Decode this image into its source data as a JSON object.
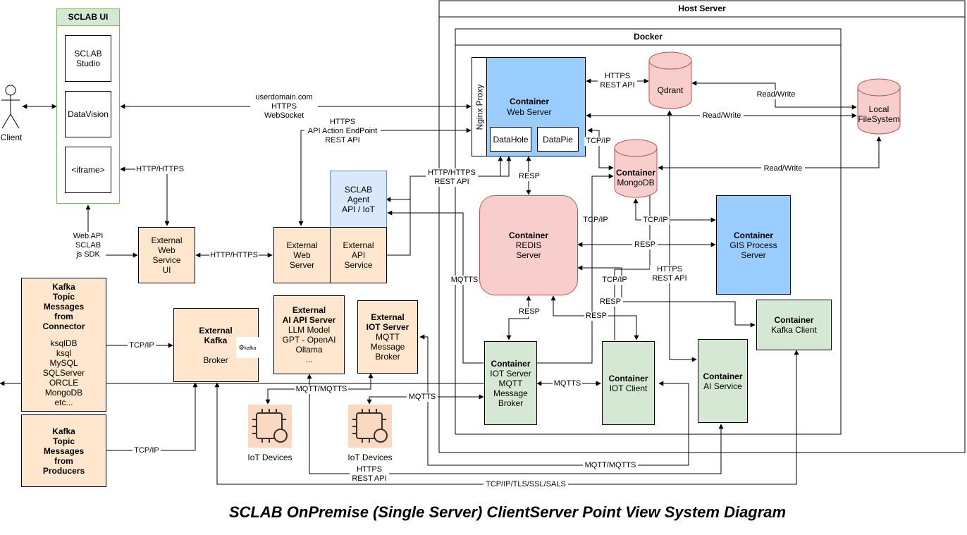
{
  "title": "SCLAB OnPremise (Single Server) ClientServer Point View System Diagram",
  "containers": {
    "host_server": "Host Server",
    "docker": "Docker",
    "sclab_ui": "SCLAB UI"
  },
  "client": {
    "label": "Client"
  },
  "sclab_ui_items": {
    "studio": [
      "SCLAB",
      "Studio"
    ],
    "datavision": "DataVision",
    "iframe": "<iframe>"
  },
  "web_server": {
    "nginx": "Nginx Proxy",
    "title": "Container",
    "subtitle": "Web Server",
    "datahole": "DataHole",
    "datapie": "DataPie"
  },
  "qdrant": {
    "label": "Qdrant"
  },
  "local_fs": {
    "line1": "Local",
    "line2": "FileSystem"
  },
  "mongodb": {
    "title": "Container",
    "subtitle": "MongoDB"
  },
  "redis": {
    "title": "Container",
    "line2": "REDIS",
    "line3": "Server"
  },
  "gis": {
    "title": "Container",
    "line2": "GIS Process",
    "line3": "Server"
  },
  "kafka_client": {
    "title": "Container",
    "subtitle": "Kafka Client"
  },
  "iot_server": {
    "title": "Container",
    "line2": "IOT Server",
    "line3": "MQTT",
    "line4": "Message",
    "line5": "Broker"
  },
  "iot_client": {
    "title": "Container",
    "subtitle": "IOT Client"
  },
  "ai_service": {
    "title": "Container",
    "subtitle": "AI Service"
  },
  "sclab_agent": {
    "line1": "SCLAB",
    "line2": "Agent",
    "line3": "API / IoT"
  },
  "ext_web_server": {
    "line1": "External",
    "line2": "Web",
    "line3": "Server"
  },
  "ext_api_service": {
    "line1": "External",
    "line2": "API",
    "line3": "Service"
  },
  "ext_web_service_ui": {
    "line1": "External",
    "line2": "Web",
    "line3": "Service",
    "line4": "UI"
  },
  "kafka_connector": {
    "title": [
      "Kafka",
      "Topic",
      "Messages",
      "from",
      "Connector"
    ],
    "items": [
      "ksqlDB",
      "ksql",
      "MySQL",
      "SQLServer",
      "ORCLE",
      "MongoDB",
      "etc..."
    ]
  },
  "kafka_producers": {
    "title": [
      "Kafka",
      "Topic",
      "Messages",
      "from",
      "Producers"
    ]
  },
  "ext_kafka": {
    "title": [
      "External",
      "Kafka"
    ],
    "sub": "Broker",
    "logo": "kafka"
  },
  "ext_ai_api": {
    "title": [
      "External",
      "AI API Server"
    ],
    "items": [
      "LLM Model",
      "GPT - OpenAI",
      "Ollama",
      "..."
    ]
  },
  "ext_iot_server": {
    "title": [
      "External",
      "IOT Server"
    ],
    "items": [
      "MQTT",
      "Message",
      "Broker"
    ]
  },
  "iot_devices": {
    "a": "IoT Devices",
    "b": "IoT Devices"
  },
  "labels": {
    "userdomain": [
      "userdomain.com",
      "HTTPS",
      "WebSocket"
    ],
    "https_api_action": [
      "HTTPS",
      "API Action EndPoint",
      "REST API"
    ],
    "http_https_ui": "HTTP/HTTPS",
    "web_api_sdk": [
      "Web API",
      "SCLAB",
      "js SDK"
    ],
    "http_https_mid": "HTTP/HTTPS",
    "http_https_rest": [
      "HTTP/HTTPS",
      "REST API"
    ],
    "https_rest_qdrant": [
      "HTTPS",
      "REST API"
    ],
    "read_write_1": "Read/Write",
    "read_write_2": "Read/Write",
    "read_write_3": "Read/Write",
    "tcpip_mongo": "TCP/IP",
    "resp_1": "RESP",
    "tcpip_redis": "TCP/IP",
    "tcpip_gis": "TCP/IP",
    "resp_gis": "RESP",
    "https_rest_ai": [
      "HTTPS",
      "REST API"
    ],
    "mqtts_left": "MQTTS",
    "tcpip_iotc": "TCP/IP",
    "resp_kafka": "RESP",
    "resp_2": "RESP",
    "resp_3": "RESP",
    "mqtts_mid": "MQTTS",
    "mqtts_dev": "MQTTS",
    "mqtt_mqtts_dev": "MQTT/MQTTS",
    "tcpip_kafka_1": "TCP/IP",
    "tcpip_kafka_2": "TCP/IP",
    "mqtt_mqtts_bottom": "MQTT/MQTTS",
    "https_rest_bottom": [
      "HTTPS",
      "REST API"
    ],
    "tcpip_tls": "TCP/IP/TLS/SSL/SALS"
  }
}
